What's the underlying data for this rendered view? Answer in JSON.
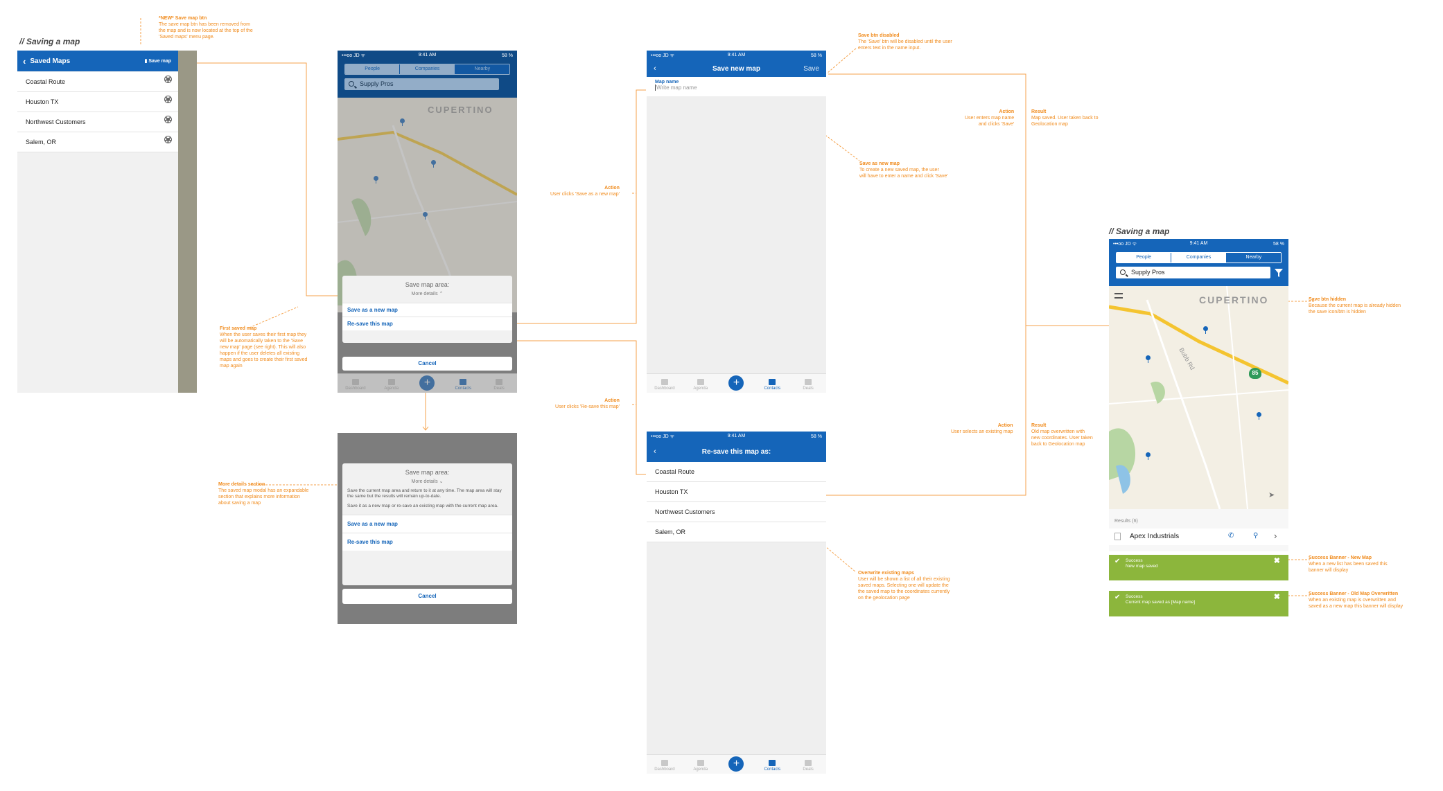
{
  "titles": {
    "left": "// Saving a map",
    "right": "// Saving a map"
  },
  "status": {
    "carrier": "•••oo JD ᯤ",
    "time": "9:41 AM",
    "battery": "58 %"
  },
  "saved_maps": {
    "back": "‹",
    "title": "Saved Maps",
    "save_btn": "Save map",
    "items": [
      "Coastal Route",
      "Houston TX",
      "Northwest Customers",
      "Salem, OR"
    ]
  },
  "map_screen": {
    "tabs": [
      "People",
      "Companies",
      "Nearby"
    ],
    "search": "Supply Pros",
    "city": "CUPERTINO",
    "road": "Bubb Rd",
    "highway": "85"
  },
  "modal": {
    "title": "Save map area:",
    "details": "More details ⌃",
    "details_open": "More details ⌄",
    "save_new": "Save as a new map",
    "resave": "Re-save this map",
    "cancel": "Cancel",
    "body1": "Save the current map area and return to it at any time. The map area will stay the same but the results will remain up-to-date.",
    "body2": "Save it as a new map or re-save an existing map with the current map area."
  },
  "tabbar": {
    "items": [
      "Dashboard",
      "Agenda",
      "Contacts",
      "Deals"
    ]
  },
  "save_new_screen": {
    "back": "‹",
    "title": "Save new map",
    "save": "Save",
    "field_label": "Map name",
    "field_placeholder": "Write map name"
  },
  "resave_screen": {
    "back": "‹",
    "title": "Re-save this map as:",
    "items": [
      "Coastal Route",
      "Houston TX",
      "Northwest Customers",
      "Salem, OR"
    ]
  },
  "result_screen": {
    "results": "Results (6)",
    "company": "Apex Industrials",
    "banner1_title": "Success",
    "banner1_text": "New map saved",
    "banner2_title": "Success",
    "banner2_text": "Current map saved as [Map name]"
  },
  "annotations": {
    "new_save_btn": {
      "h": "*NEW* Save map btn",
      "t": "The save map btn has been removed from\nthe map and is now located at the top of the\n'Saved maps' menu page."
    },
    "first_saved": {
      "h": "First saved map",
      "t": "When the user saves their first map they\nwill be automatically taken to the 'Save\nnew map' page (see right). This will also\nhappen if the user deletes all existing\nmaps and goes to create their first saved\nmap again"
    },
    "more_details": {
      "h": "More details section",
      "t": "The saved map modal has an expandable\nsection that explains more information\nabout saving a map"
    },
    "action_new": {
      "h": "Action",
      "t": "User clicks 'Save as a new map'"
    },
    "action_resave": {
      "h": "Action",
      "t": "User clicks 'Re-save this map'"
    },
    "save_disabled": {
      "h": "Save btn disabled",
      "t": "The 'Save' btn will be disabled until the user\nenters text in the name input."
    },
    "save_as_new": {
      "h": "Save as new map",
      "t": "To create a new saved map, the user\nwill have to enter a name and click 'Save'"
    },
    "action_enter": {
      "h": "Action",
      "t": "User enters map name\nand clicks 'Save'"
    },
    "result_saved": {
      "h": "Result",
      "t": "Map saved. User taken back to\nGeolocation map"
    },
    "action_select": {
      "h": "Action",
      "t": "User selects an existing map"
    },
    "result_overwritten": {
      "h": "Result",
      "t": "Old map overwritten with\nnew coordinates. User taken\nback to Geolocation map"
    },
    "overwrite": {
      "h": "Overwrite existing maps",
      "t": "User will be shown a list of all their existing\nsaved maps. Selecting one will update the\nthe saved map to the coordinates currently\non the geolocation page"
    },
    "save_hidden": {
      "h": "Save btn hidden",
      "t": "Because the current map is already hidden\nthe save icon/btn is hidden"
    },
    "banner_new": {
      "h": "Success Banner - New Map",
      "t": "When a new list has been saved this\nbanner will display"
    },
    "banner_old": {
      "h": "Success Banner - Old Map Overwritten",
      "t": "When an existing map is overwritten and\nsaved as a new map this banner will display"
    }
  },
  "colors": {
    "brand": "#1565b9",
    "annotation": "#f08b1d",
    "success": "#8cb63c"
  }
}
